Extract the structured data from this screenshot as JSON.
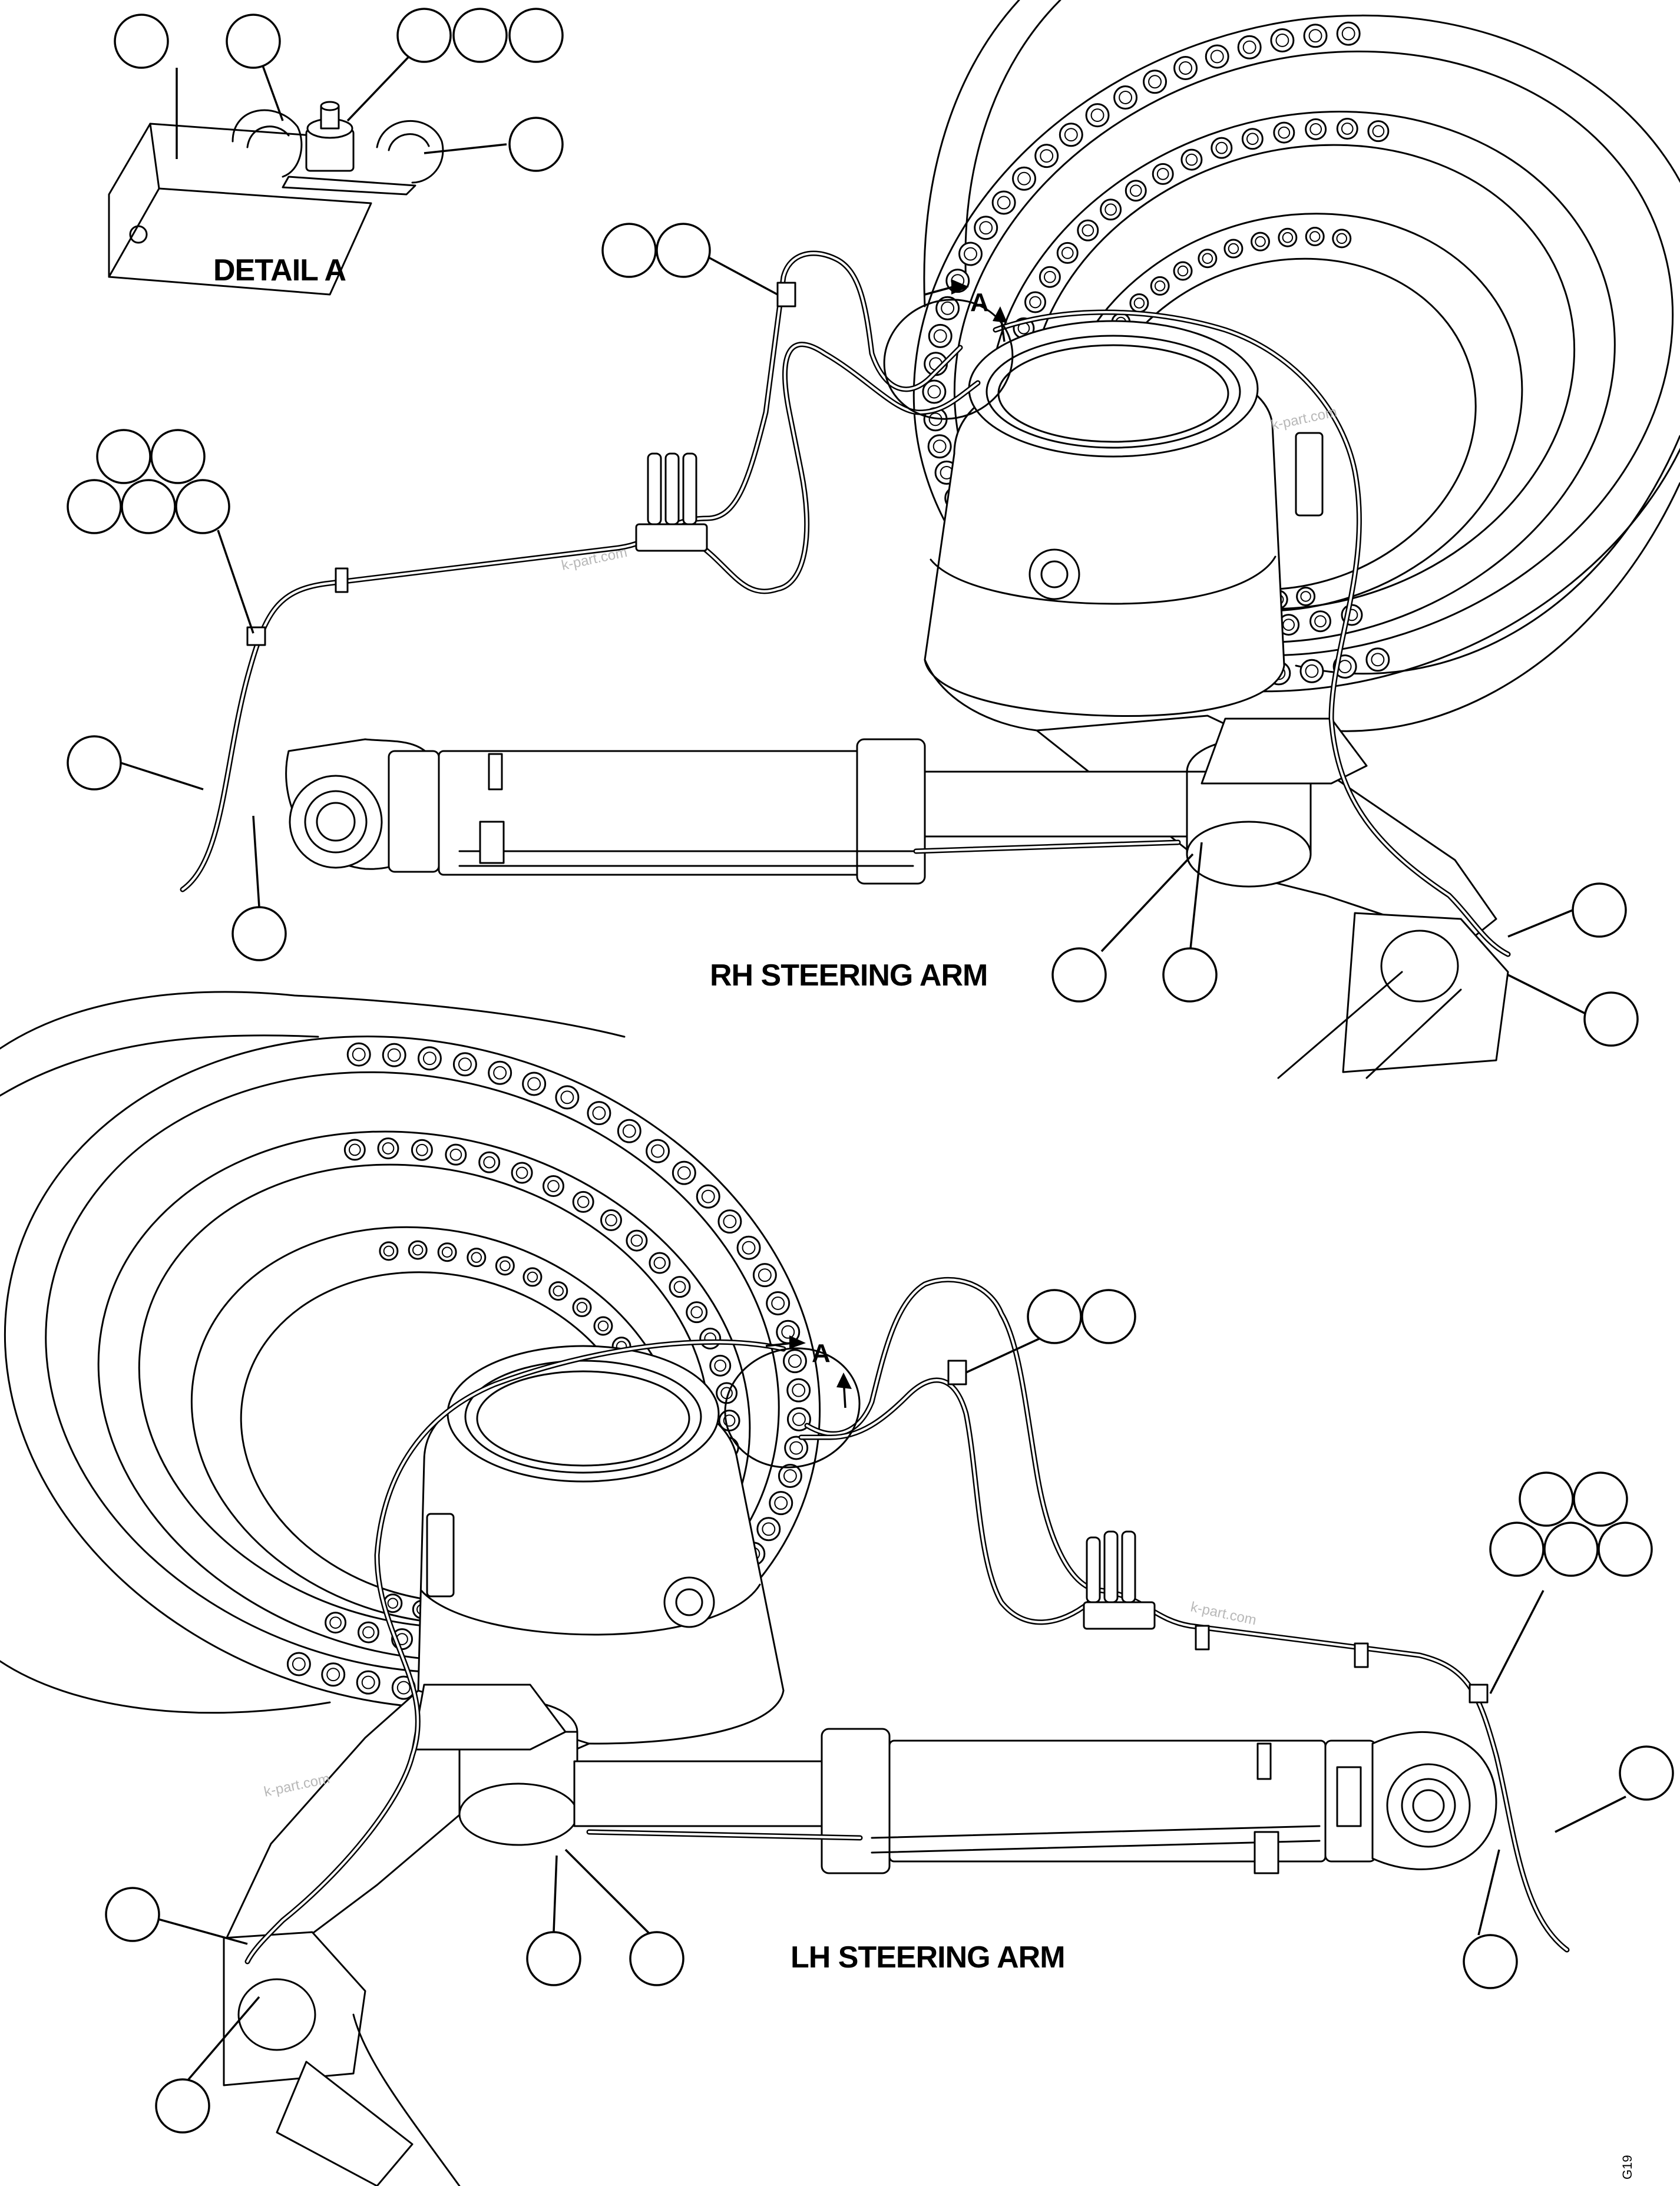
{
  "labels": {
    "detail": "DETAIL A",
    "rh": "RH STEERING ARM",
    "lh": "LH STEERING ARM",
    "view_marker": "A"
  },
  "watermark": "k-part.com",
  "figure_code": "G19"
}
